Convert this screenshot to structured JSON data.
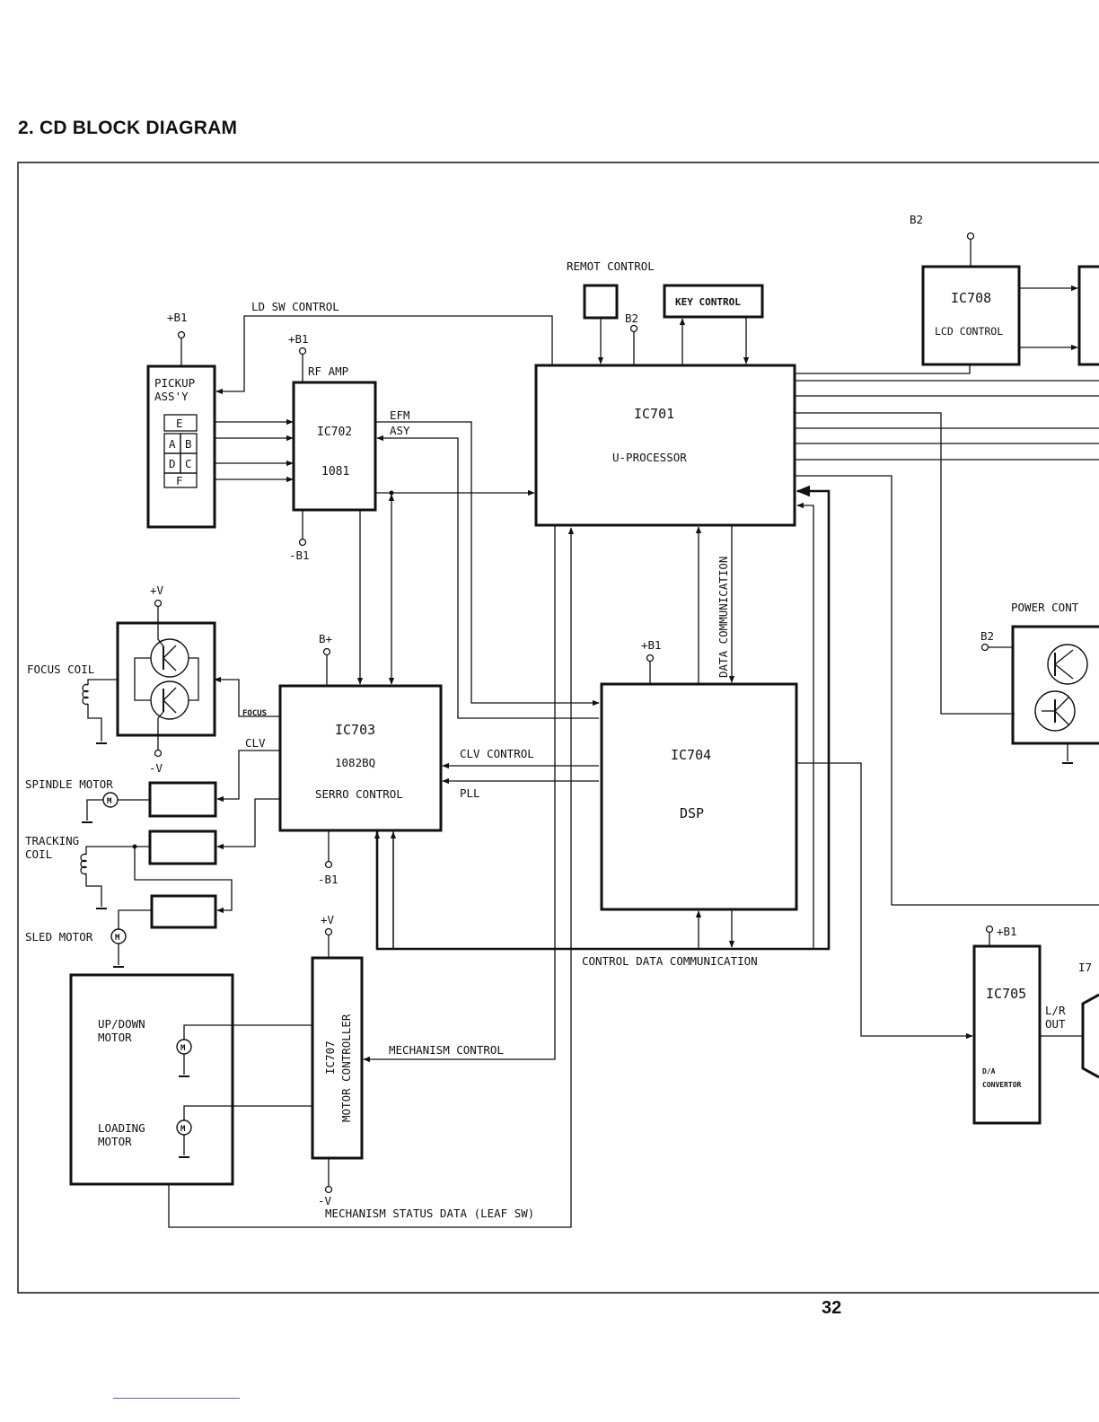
{
  "page": {
    "section_title": "2. CD BLOCK DIAGRAM",
    "page_number": "32"
  },
  "blocks": {
    "pickup": {
      "line1": "PICKUP",
      "line2": "ASS'Y",
      "segments": [
        "E",
        "A",
        "B",
        "D",
        "C",
        "F"
      ]
    },
    "ic702": {
      "name": "IC702",
      "part": "1081",
      "label": "RF AMP"
    },
    "ic701": {
      "name": "IC701",
      "function": "U-PROCESSOR"
    },
    "ic708": {
      "name": "IC708",
      "function": "LCD CONTROL"
    },
    "ic703": {
      "name": "IC703",
      "part": "1082BQ",
      "function": "SERRO CONTROL"
    },
    "ic704": {
      "name": "IC704",
      "function": "DSP"
    },
    "ic705": {
      "name": "IC705",
      "function_line1": "D/A",
      "function_line2": "CONVERTOR"
    },
    "ic707": {
      "name": "IC707",
      "function": "MOTOR CONTROLLER"
    },
    "key_control": "KEY CONTROL",
    "mechanism": {
      "updown_line1": "UP/DOWN",
      "updown_line2": "MOTOR",
      "loading_line1": "LOADING",
      "loading_line2": "MOTOR"
    },
    "ic706_partial": "I7"
  },
  "labels": {
    "remot_control": "REMOT CONTROL",
    "ld_sw_control": "LD SW CONTROL",
    "efm": "EFM",
    "asy": "ASY",
    "data_communication": "DATA COMMUNICATION",
    "power_control": "POWER CONT",
    "focus_coil": "FOCUS COIL",
    "focus": "FOCUS",
    "clv": "CLV",
    "clv_control": "CLV CONTROL",
    "pll": "PLL",
    "spindle_motor": "SPINDLE MOTOR",
    "tracking_coil_line1": "TRACKING",
    "tracking_coil_line2": "COIL",
    "sled_motor": "SLED MOTOR",
    "control_data_communication": "CONTROL DATA COMMUNICATION",
    "mechanism_control": "MECHANISM CONTROL",
    "mechanism_status_data": "MECHANISM STATUS DATA (LEAF SW)",
    "lr_out_line1": "L/R",
    "lr_out_line2": "OUT",
    "motor_symbol": "M"
  },
  "supplies": {
    "b1_pos": "+B1",
    "b1_neg": "-B1",
    "b2": "B2",
    "b_plus": "B+",
    "v_pos": "+V",
    "v_neg": "-V"
  }
}
